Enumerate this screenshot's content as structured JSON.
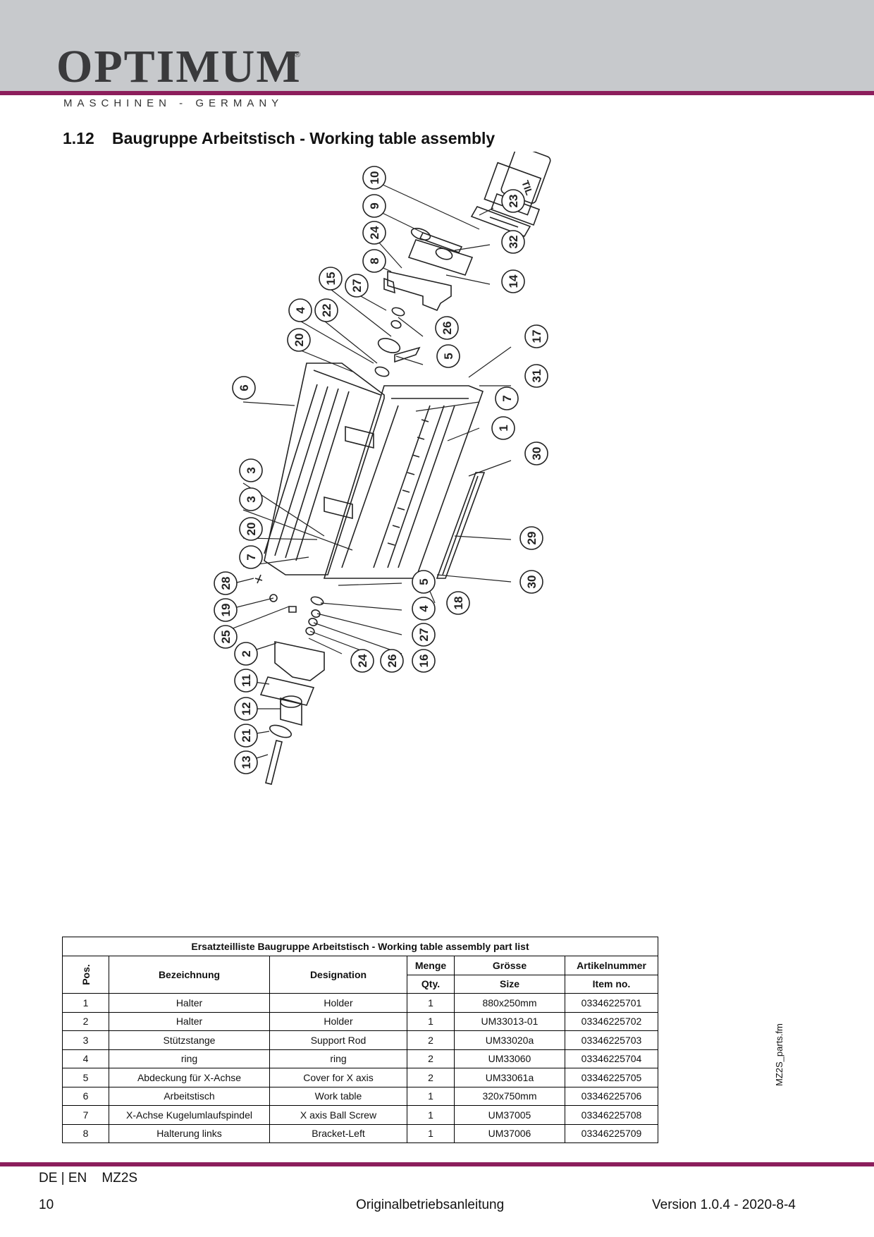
{
  "header": {
    "logo_text": "OPTIMUM",
    "logo_mark": "®",
    "logo_subtitle": "MASCHINEN - GERMANY"
  },
  "section": {
    "number": "1.12",
    "title": "Baugruppe Arbeitstisch - Working table assembly"
  },
  "diagram": {
    "callouts": [
      "10",
      "9",
      "24",
      "8",
      "15",
      "27",
      "4",
      "22",
      "20",
      "6",
      "3",
      "3",
      "20",
      "7",
      "28",
      "19",
      "25",
      "2",
      "11",
      "12",
      "21",
      "13",
      "23",
      "32",
      "14",
      "26",
      "5",
      "17",
      "31",
      "7",
      "1",
      "30",
      "29",
      "30",
      "18",
      "5",
      "4",
      "27",
      "16",
      "26",
      "24"
    ],
    "motor_label": "TIL"
  },
  "table": {
    "caption": "Ersatzteilliste Baugruppe Arbeitstisch - Working table assembly part list",
    "headers": {
      "pos": "Pos.",
      "bezeichnung": "Bezeichnung",
      "designation": "Designation",
      "menge": "Menge",
      "qty": "Qty.",
      "groesse": "Grösse",
      "size": "Size",
      "artikelnummer": "Artikelnummer",
      "item_no": "Item no."
    },
    "rows": [
      {
        "pos": "1",
        "de": "Halter",
        "en": "Holder",
        "qty": "1",
        "size": "880x250mm",
        "item": "03346225701"
      },
      {
        "pos": "2",
        "de": "Halter",
        "en": "Holder",
        "qty": "1",
        "size": "UM33013-01",
        "item": "03346225702"
      },
      {
        "pos": "3",
        "de": "Stützstange",
        "en": "Support Rod",
        "qty": "2",
        "size": "UM33020a",
        "item": "03346225703"
      },
      {
        "pos": "4",
        "de": "ring",
        "en": "ring",
        "qty": "2",
        "size": "UM33060",
        "item": "03346225704"
      },
      {
        "pos": "5",
        "de": "Abdeckung für X-Achse",
        "en": "Cover for X axis",
        "qty": "2",
        "size": "UM33061a",
        "item": "03346225705"
      },
      {
        "pos": "6",
        "de": "Arbeitstisch",
        "en": "Work table",
        "qty": "1",
        "size": "320x750mm",
        "item": "03346225706"
      },
      {
        "pos": "7",
        "de": "X-Achse Kugelumlaufspindel",
        "en": "X axis Ball Screw",
        "qty": "1",
        "size": "UM37005",
        "item": "03346225708"
      },
      {
        "pos": "8",
        "de": "Halterung links",
        "en": "Bracket-Left",
        "qty": "1",
        "size": "UM37006",
        "item": "03346225709"
      }
    ]
  },
  "side_note": "MZ2S_parts.fm",
  "footer": {
    "lang": "DE | EN    MZ2S",
    "page": "10",
    "doc": "Originalbetriebsanleitung",
    "version": "Version 1.0.4 - 2020-8-4"
  },
  "colors": {
    "header_band": "#c7c9cc",
    "accent_rule": "#8c1e5c"
  }
}
